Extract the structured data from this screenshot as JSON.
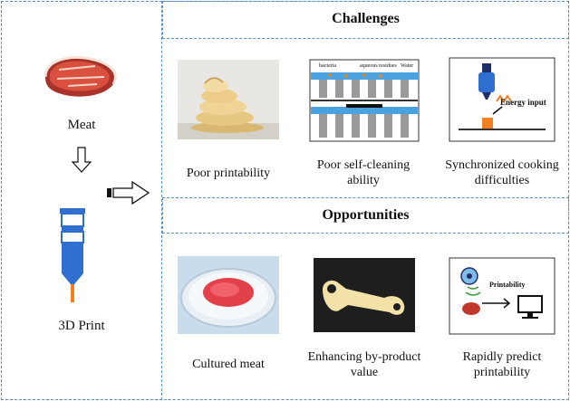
{
  "left": {
    "meat_label": "Meat",
    "print_label": "3D Print"
  },
  "challenges": {
    "title": "Challenges",
    "items": [
      {
        "caption": "Poor printability"
      },
      {
        "caption": "Poor self-cleaning ability",
        "inner_labels": [
          "bacteria",
          "aqueous residues",
          "Water"
        ]
      },
      {
        "caption": "Synchronized cooking difficulties",
        "inner_labels": [
          "Energy input"
        ]
      }
    ]
  },
  "opportunities": {
    "title": "Opportunities",
    "items": [
      {
        "caption": "Cultured meat"
      },
      {
        "caption": "Enhancing by-product value"
      },
      {
        "caption": "Rapidly predict printability",
        "inner_labels": [
          "Printability"
        ]
      }
    ]
  },
  "colors": {
    "frame": "#5b8fc7",
    "syringe": "#2f6fd0",
    "meat": "#c0392b",
    "nozzle": "#f08020"
  }
}
